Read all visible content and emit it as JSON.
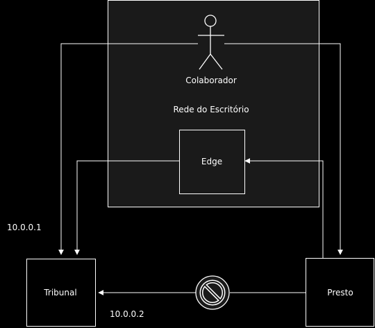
{
  "colors": {
    "background": "#000000",
    "foreground": "#ffffff"
  },
  "office": {
    "label": "Rede do Escritório"
  },
  "collaborator": {
    "label": "Colaborador",
    "icon": "stick-figure-actor-icon"
  },
  "edge": {
    "label": "Edge"
  },
  "tribunal": {
    "label": "Tribunal"
  },
  "presto": {
    "label": "Presto"
  },
  "blocked": {
    "icon": "prohibited-icon"
  },
  "ip_labels": {
    "ip1": "10.0.0.1",
    "ip2": "10.0.0.2"
  }
}
